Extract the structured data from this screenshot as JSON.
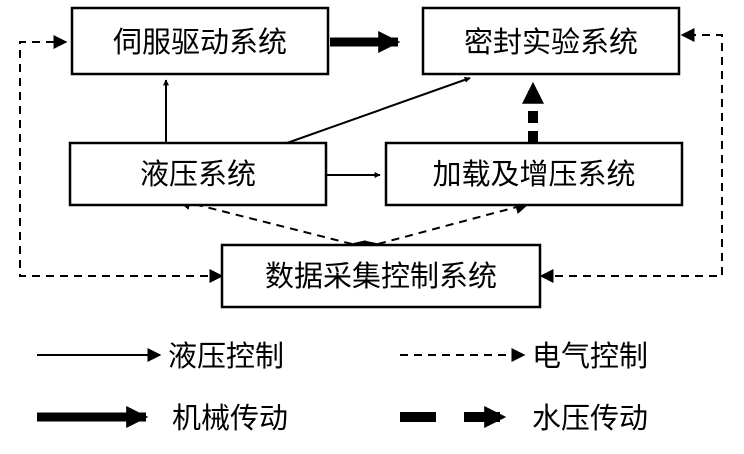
{
  "nodes": {
    "servo": "伺服驱动系统",
    "seal": "密封实验系统",
    "hydraulic": "液压系统",
    "loading": "加载及增压系统",
    "daq": "数据采集控制系统"
  },
  "legend": {
    "hydraulic_control": "液压控制",
    "electric_control": "电气控制",
    "mechanical_transmission": "机械传动",
    "water_pressure_transmission": "水压传动"
  },
  "colors": {
    "stroke": "#000000",
    "background": "#ffffff"
  }
}
